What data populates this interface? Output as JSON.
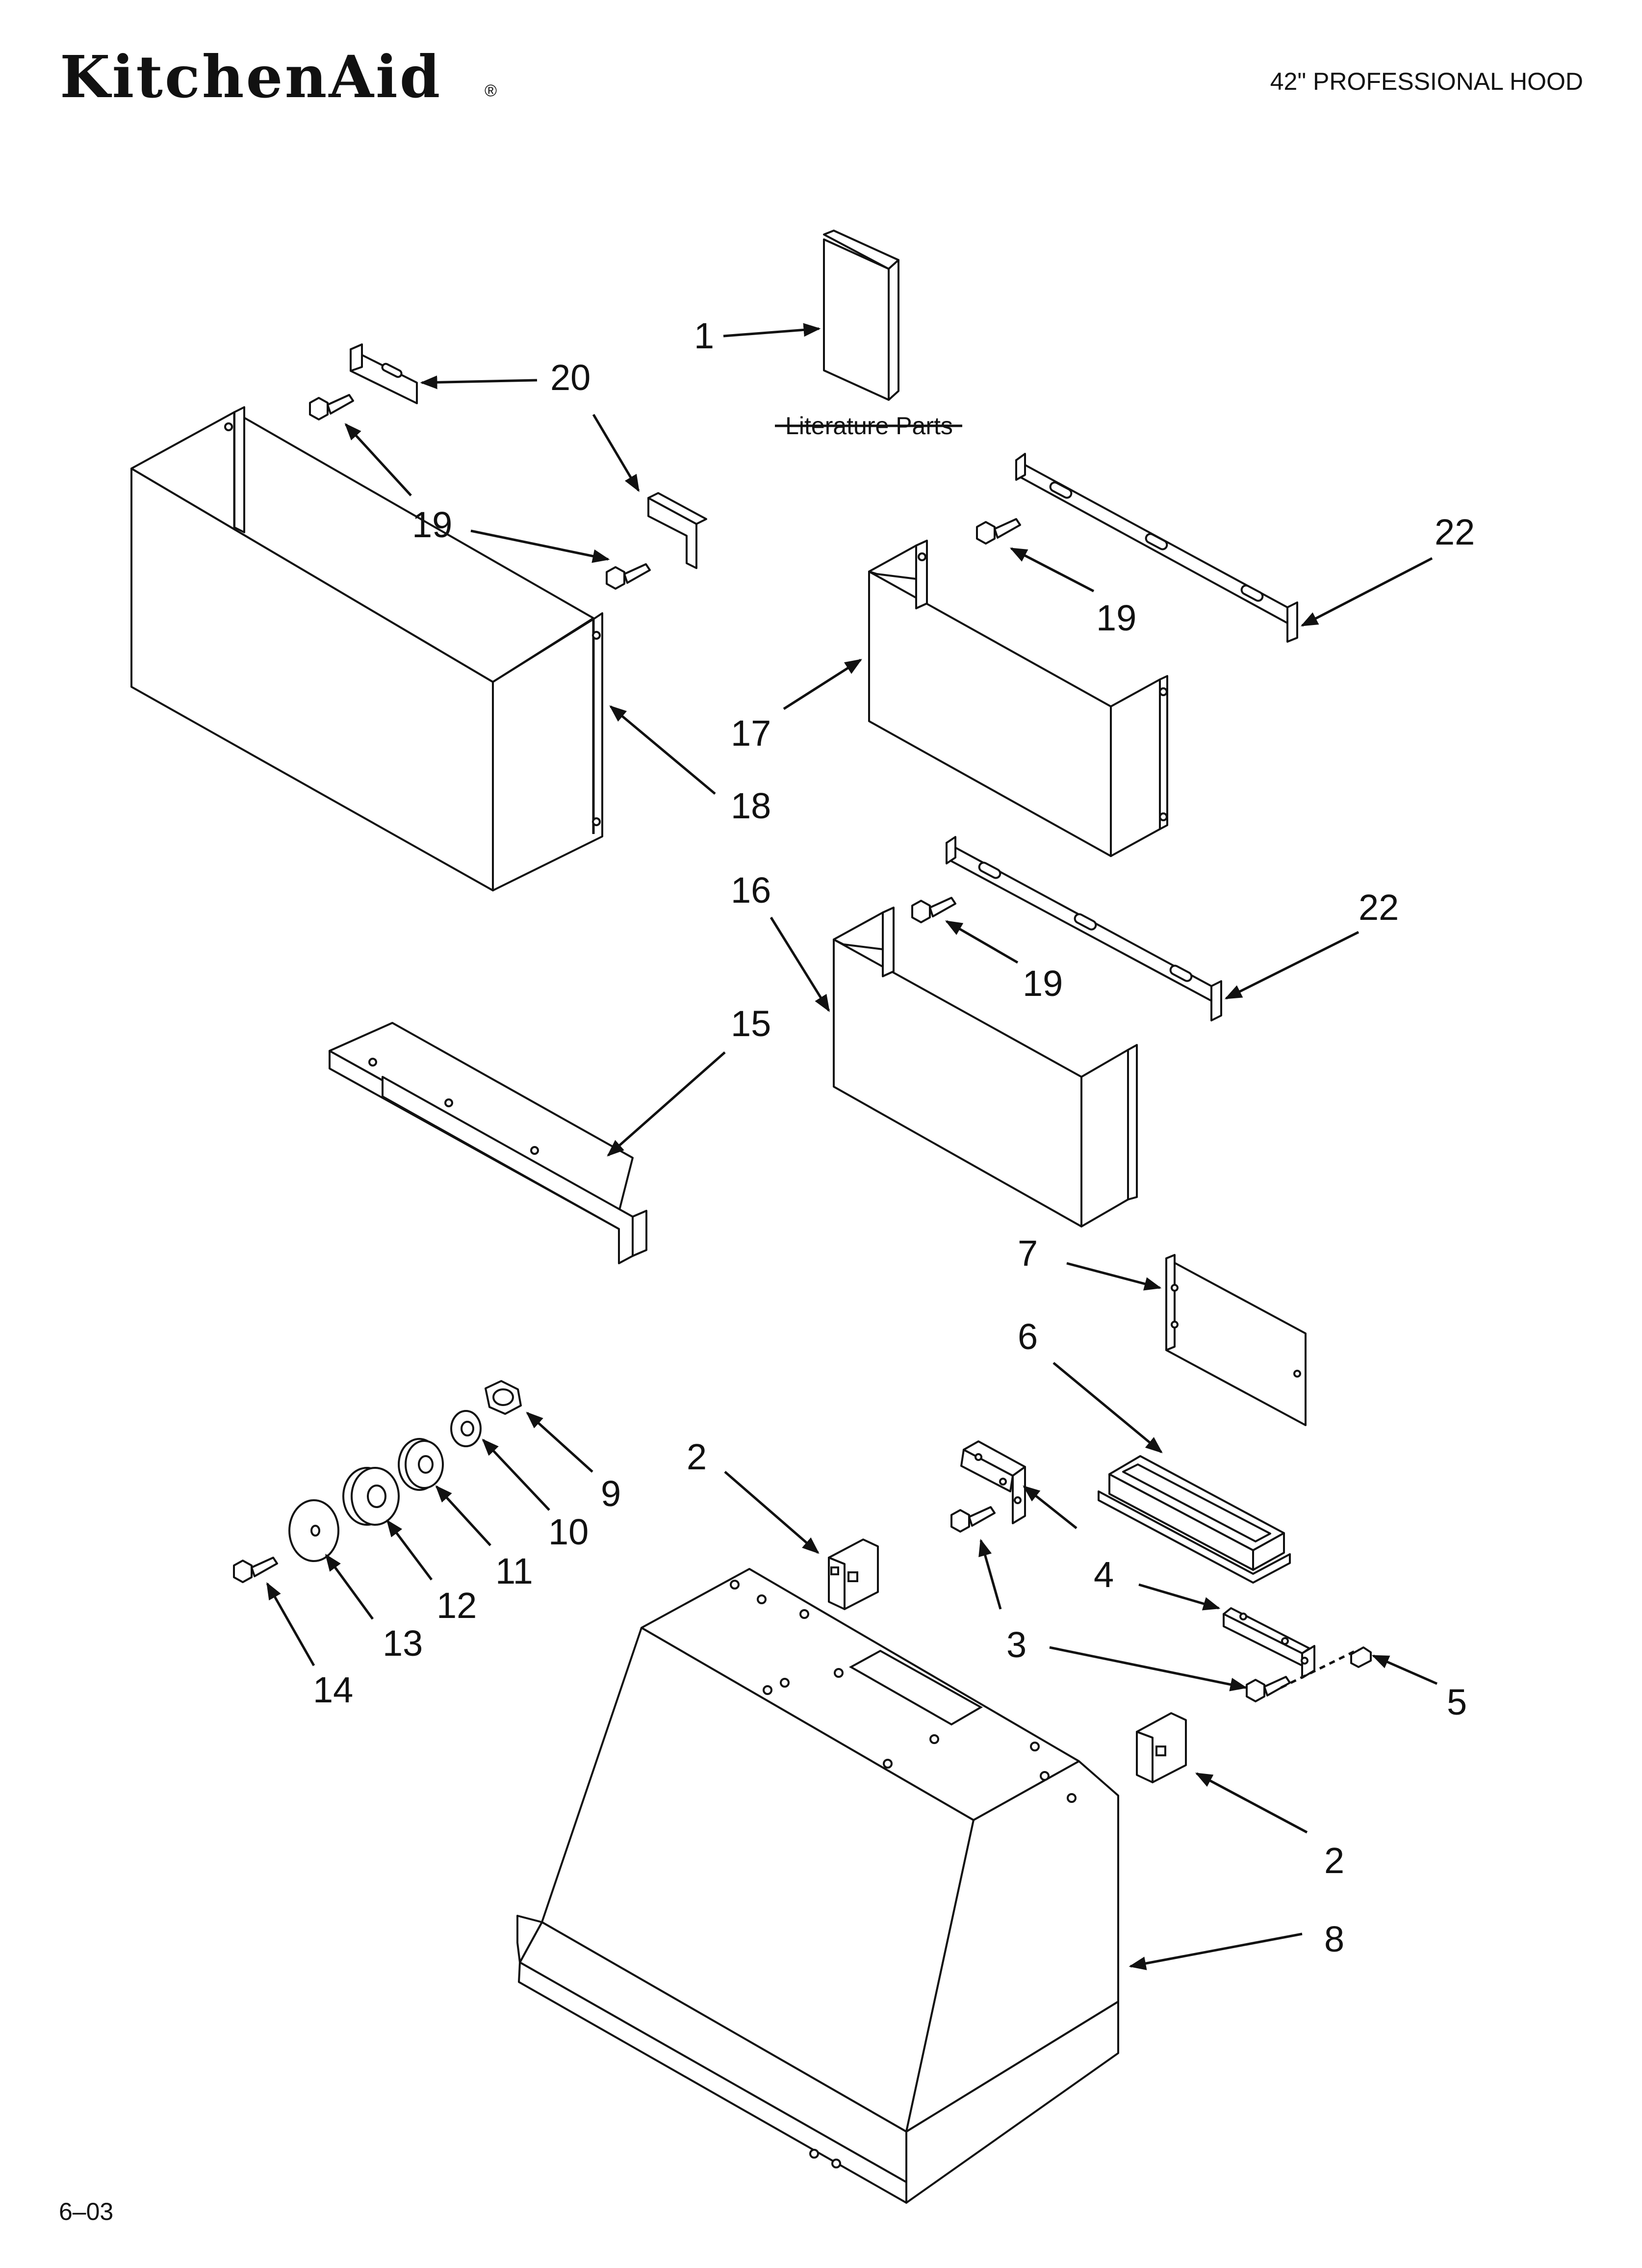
{
  "header": {
    "brand": "KitchenAid",
    "registered_mark": "®",
    "title": "42\" PROFESSIONAL HOOD"
  },
  "literature_label": "Literature Parts",
  "footer": {
    "code": "6–03"
  },
  "callouts": [
    {
      "id": "c1",
      "label": "1"
    },
    {
      "id": "c20",
      "label": "20"
    },
    {
      "id": "c19a",
      "label": "19"
    },
    {
      "id": "c22a",
      "label": "22"
    },
    {
      "id": "c19b",
      "label": "19"
    },
    {
      "id": "c17",
      "label": "17"
    },
    {
      "id": "c18",
      "label": "18"
    },
    {
      "id": "c16",
      "label": "16"
    },
    {
      "id": "c22b",
      "label": "22"
    },
    {
      "id": "c19c",
      "label": "19"
    },
    {
      "id": "c15",
      "label": "15"
    },
    {
      "id": "c7",
      "label": "7"
    },
    {
      "id": "c6",
      "label": "6"
    },
    {
      "id": "c9",
      "label": "9"
    },
    {
      "id": "c10",
      "label": "10"
    },
    {
      "id": "c11",
      "label": "11"
    },
    {
      "id": "c12",
      "label": "12"
    },
    {
      "id": "c13",
      "label": "13"
    },
    {
      "id": "c14",
      "label": "14"
    },
    {
      "id": "c2a",
      "label": "2"
    },
    {
      "id": "c4",
      "label": "4"
    },
    {
      "id": "c3",
      "label": "3"
    },
    {
      "id": "c5",
      "label": "5"
    },
    {
      "id": "c2b",
      "label": "2"
    },
    {
      "id": "c8",
      "label": "8"
    }
  ]
}
